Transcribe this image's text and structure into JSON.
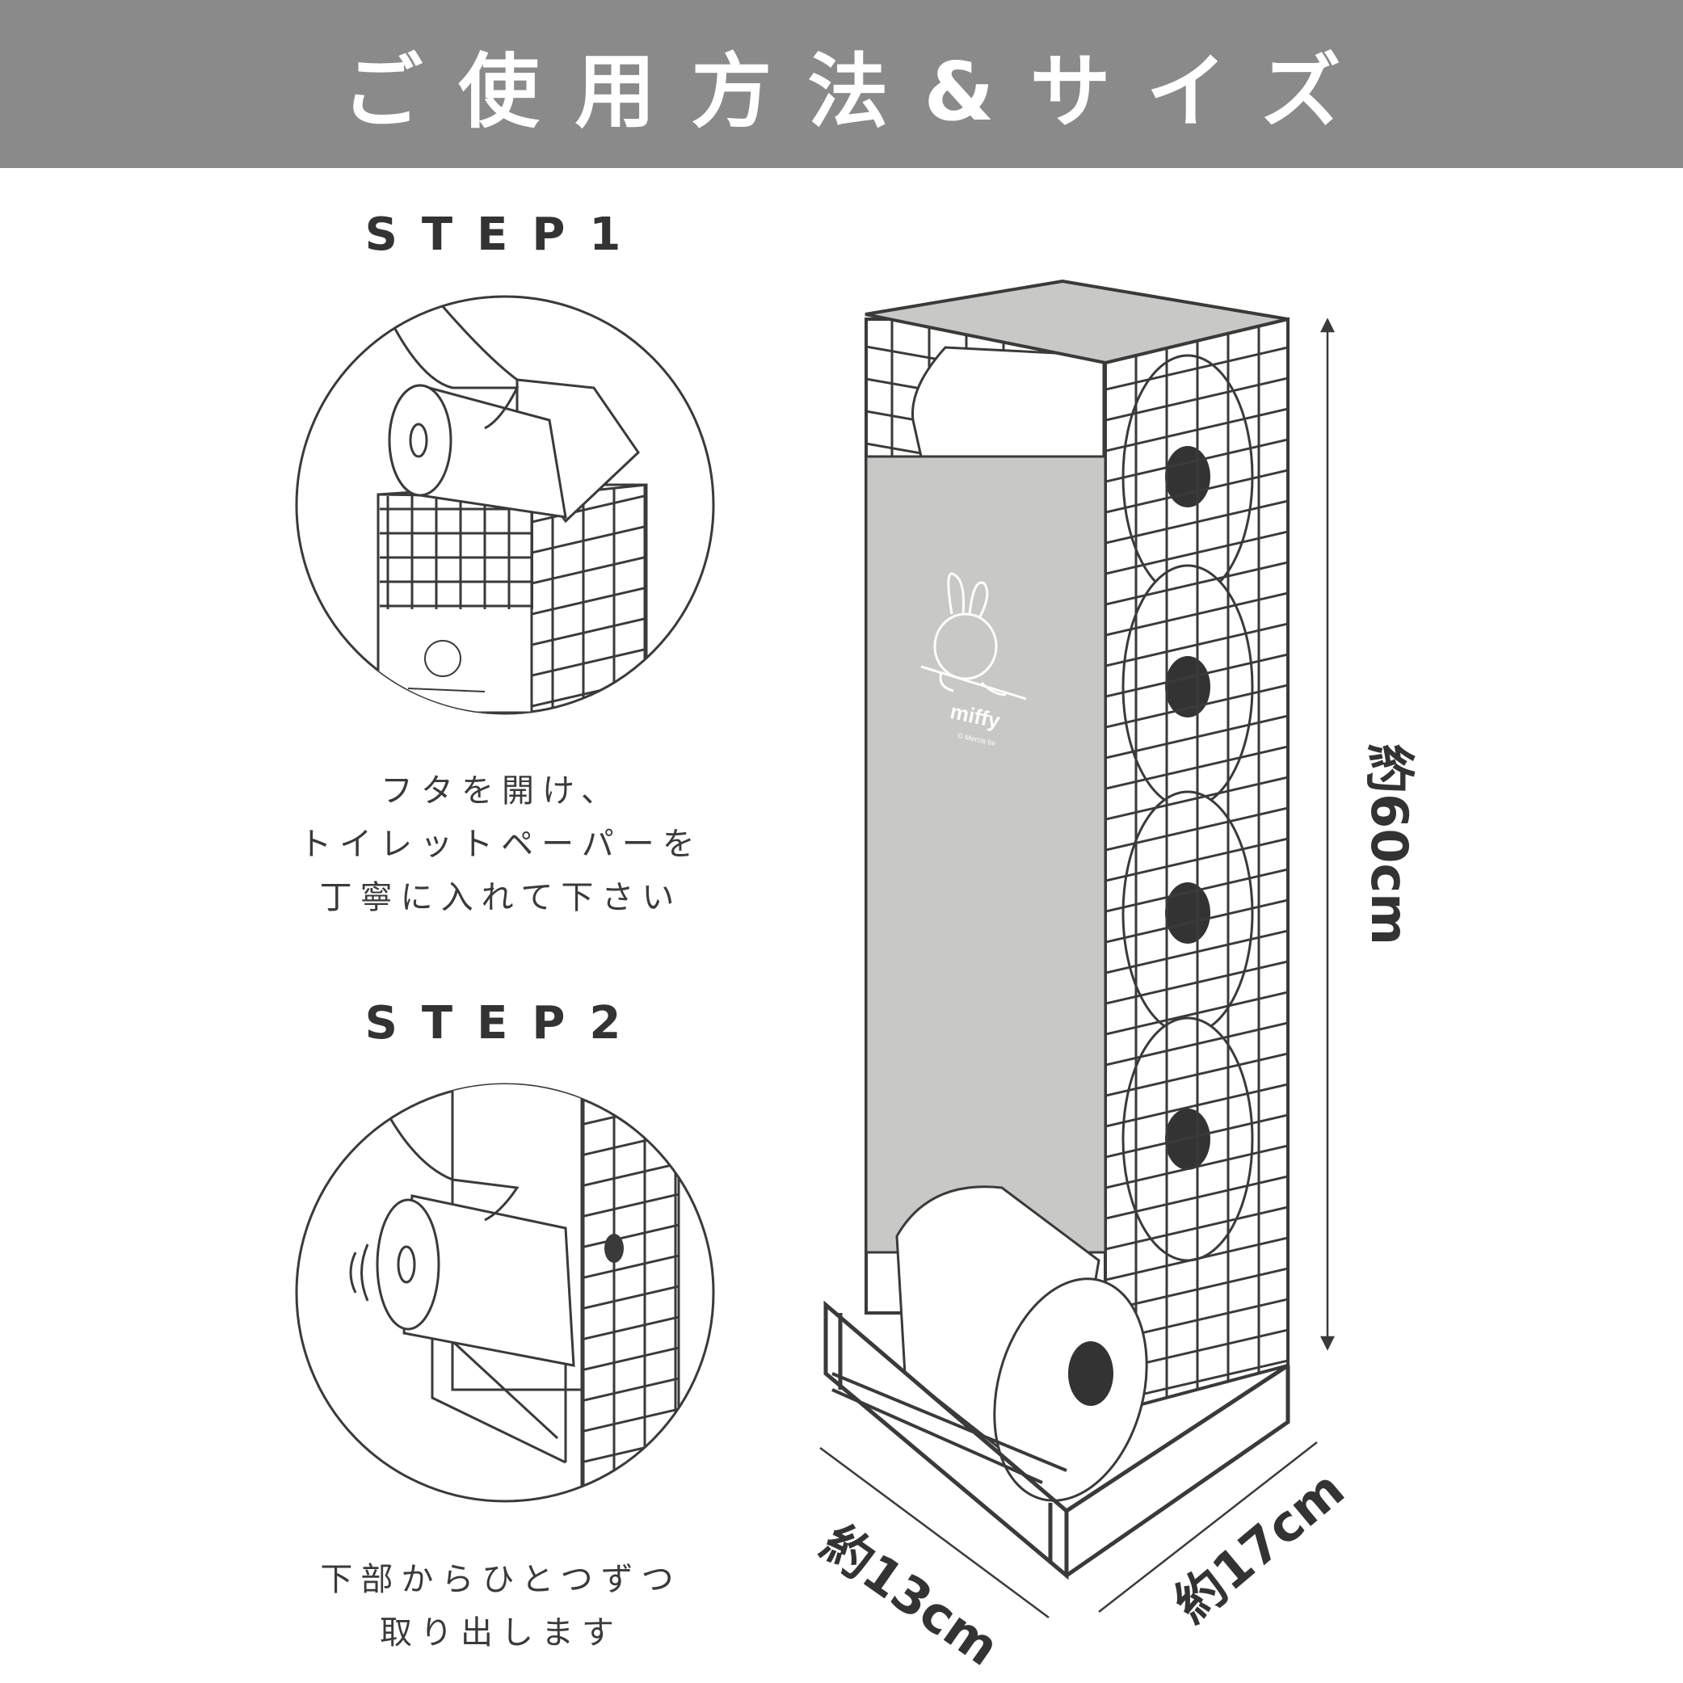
{
  "header": {
    "title": "ご使用方法&サイズ"
  },
  "step1": {
    "label": "STEP1",
    "lines": [
      "フタを開け、",
      "トイレットペーパーを",
      "丁寧に入れて下さい"
    ]
  },
  "step2": {
    "label": "STEP2",
    "lines": [
      "下部からひとつずつ",
      "取り出します"
    ]
  },
  "product": {
    "logo": "miffy",
    "copyright": "© Mercis bv"
  },
  "dimensions": {
    "height": "約60cm",
    "depth": "約13cm",
    "width": "約17cm"
  },
  "colors": {
    "header": "#8a8a8a",
    "panel": "#c8c9c6",
    "line": "#3a3a3a"
  }
}
